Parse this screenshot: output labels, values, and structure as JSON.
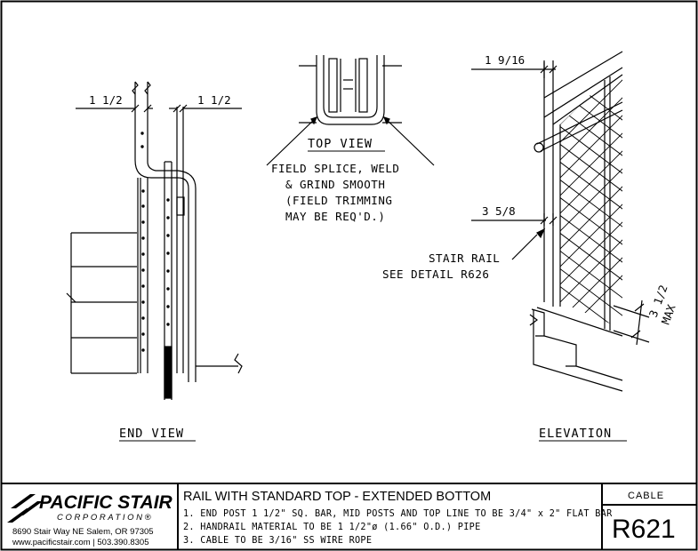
{
  "end_view": {
    "title": "END VIEW",
    "dim_left": "1 1/2",
    "dim_right": "1 1/2"
  },
  "top_view": {
    "title": "TOP VIEW",
    "note_lines": [
      "FIELD SPLICE, WELD",
      "& GRIND SMOOTH",
      "(FIELD TRIMMING",
      "MAY BE REQ'D.)"
    ]
  },
  "elevation": {
    "title": "ELEVATION",
    "dim_top": "1 9/16",
    "dim_mid": "3 5/8",
    "dim_max_value": "3 1/2",
    "dim_max_label": "MAX",
    "stair_rail_lines": [
      "STAIR RAIL",
      "SEE DETAIL R626"
    ]
  },
  "title_block": {
    "company_name": "PACIFIC STAIR",
    "company_sub": "CORPORATION®",
    "address": "8690 Stair Way NE Salem, OR 97305",
    "contact": "www.pacificstair.com  |  503.390.8305",
    "drawing_title": "RAIL WITH STANDARD TOP -  EXTENDED BOTTOM",
    "notes": [
      "1. END POST 1 1/2\" SQ. BAR, MID POSTS AND TOP LINE TO BE 3/4\" x 2\" FLAT BAR",
      "2. HANDRAIL MATERIAL TO BE 1 1/2\"ø (1.66\" O.D.) PIPE",
      "3. CABLE TO BE 3/16\" SS WIRE ROPE"
    ],
    "category": "CABLE",
    "sheet_number": "R621"
  }
}
